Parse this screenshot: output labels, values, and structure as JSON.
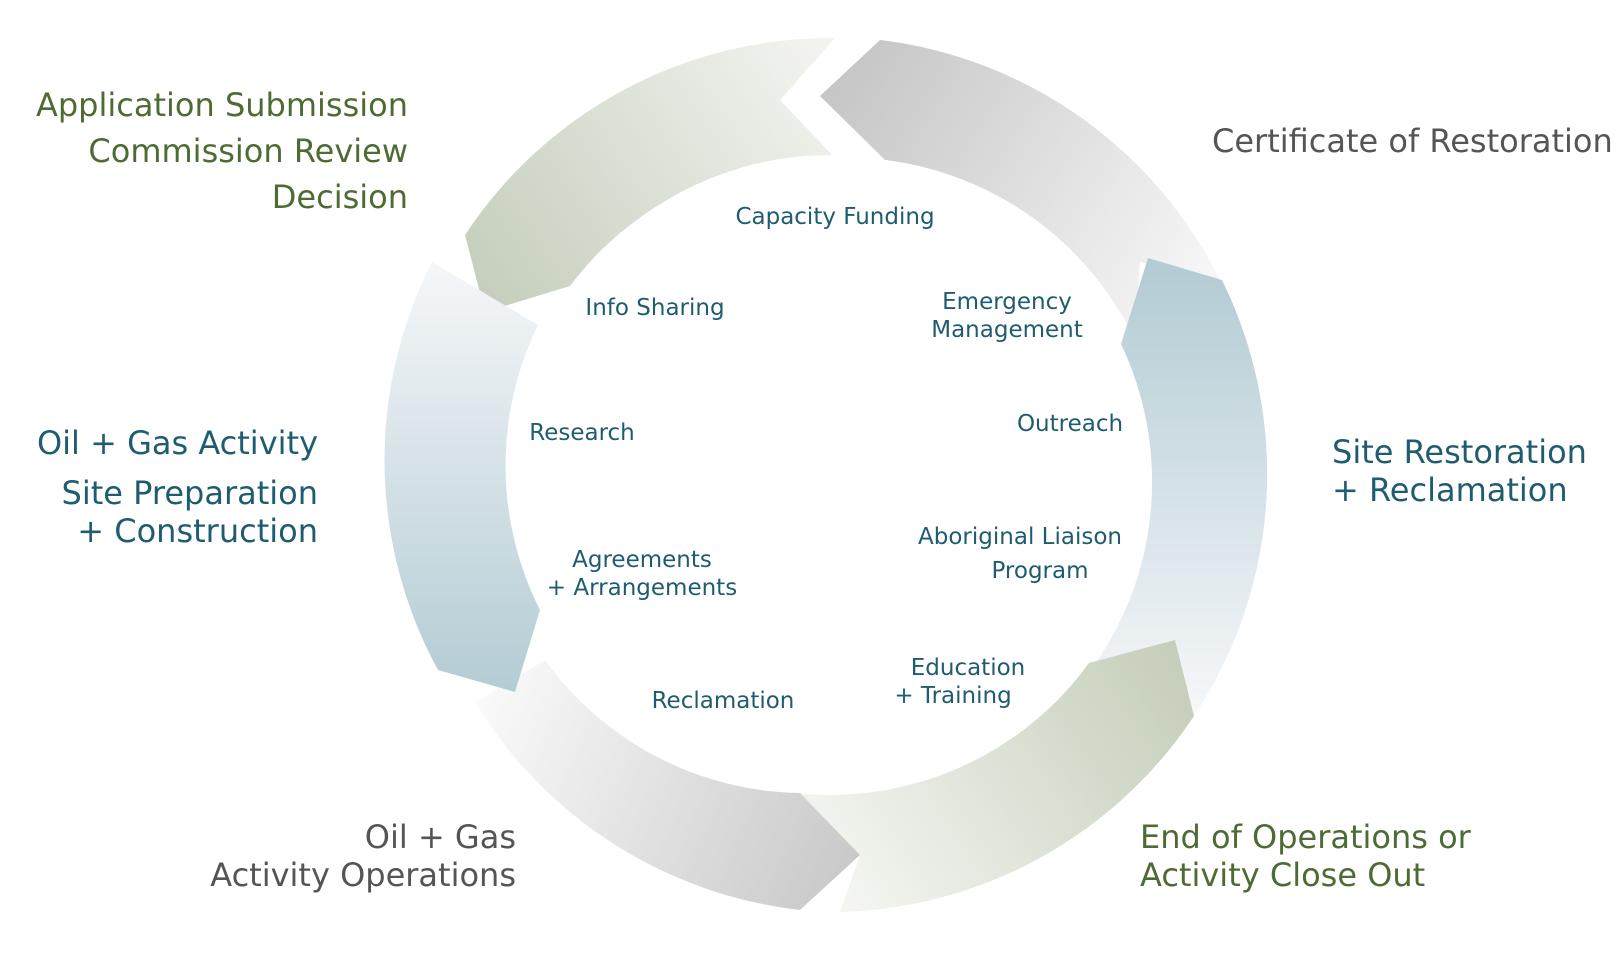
{
  "colors": {
    "green": "#4e6b35",
    "teal": "#1f5c70",
    "gray": "#555555",
    "green_arrow": "#c9d3c2",
    "blue_arrow": "#b4cdd5",
    "gray_arrow": "#c9c9c9"
  },
  "stages": {
    "application": {
      "lines": [
        "Application Submission",
        "Commission Review",
        "Decision"
      ]
    },
    "certificate": {
      "lines": [
        "Certificate of Restoration"
      ]
    },
    "site_prep": {
      "lines": [
        "Oil + Gas Activity",
        "Site Preparation",
        "+ Construction"
      ]
    },
    "site_restoration": {
      "lines": [
        "Site Restoration",
        "+ Reclamation"
      ]
    },
    "operations": {
      "lines": [
        "Oil + Gas",
        "Activity Operations"
      ]
    },
    "end_ops": {
      "lines": [
        "End of Operations or",
        "Activity Close Out"
      ]
    }
  },
  "programs": {
    "capacity_funding": "Capacity Funding",
    "info_sharing": "Info Sharing",
    "emergency_1": "Emergency",
    "emergency_2": "Management",
    "research": "Research",
    "outreach": "Outreach",
    "agreements_1": "Agreements",
    "agreements_2": "+ Arrangements",
    "aboriginal_1": "Aboriginal Liaison",
    "aboriginal_2": "Program",
    "education_1": "Education",
    "education_2": "+ Training",
    "reclamation": "Reclamation"
  }
}
